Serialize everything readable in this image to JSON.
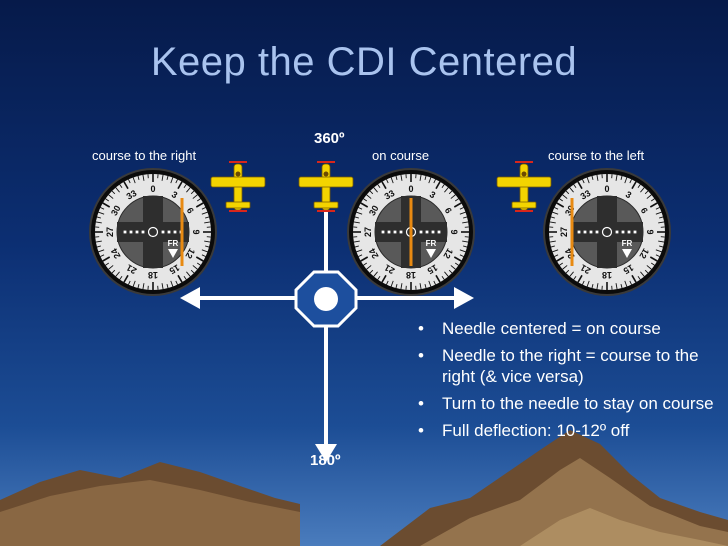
{
  "slide": {
    "title": "Keep the CDI Centered",
    "heading_top": "360º",
    "heading_bottom": "180º",
    "labels": {
      "left": "course to the right",
      "center": "on course",
      "right": "course to the left"
    },
    "instrument": {
      "flag": "FR",
      "numbers": [
        "0",
        "3",
        "6",
        "9",
        "12",
        "15",
        "18",
        "21",
        "24",
        "27",
        "30",
        "33"
      ],
      "needle_color": "#e88a12"
    },
    "bullets": [
      "Needle centered = on course",
      "Needle to the right = course to the right (& vice versa)",
      "Turn to the needle to stay on course",
      "Full deflection: 10-12º off"
    ],
    "bullet_glyph": "•",
    "colors": {
      "airplane": "#f3d400",
      "beacon": "#1d4f9e",
      "mountains": "#7a5a3a"
    }
  }
}
